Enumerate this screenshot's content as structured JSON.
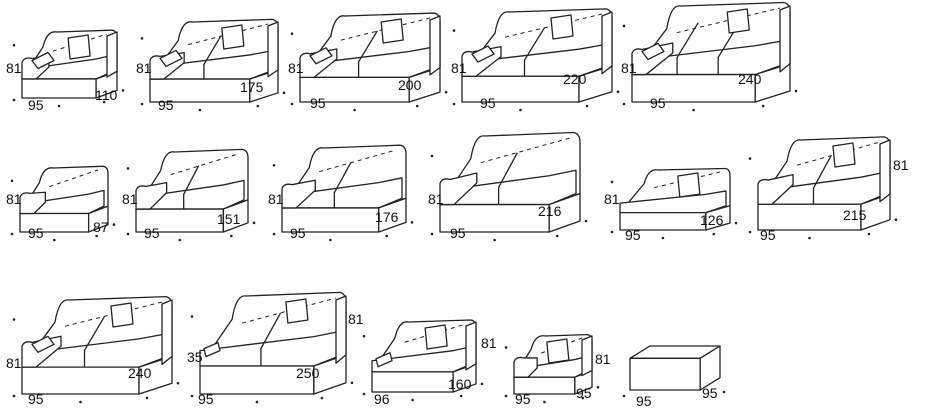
{
  "modules": [
    {
      "id": "m1",
      "height": "81",
      "depth": "95",
      "width": "110",
      "pillow": true,
      "cushions": 1,
      "armL": true,
      "armR": true
    },
    {
      "id": "m2",
      "height": "81",
      "depth": "95",
      "width": "175",
      "pillow": true,
      "cushions": 2,
      "armL": true,
      "armR": true
    },
    {
      "id": "m3",
      "height": "81",
      "depth": "95",
      "width": "200",
      "pillow": true,
      "cushions": 2,
      "armL": true,
      "armR": true
    },
    {
      "id": "m4",
      "height": "81",
      "depth": "95",
      "width": "220",
      "pillow": true,
      "cushions": 2,
      "armL": true,
      "armR": true
    },
    {
      "id": "m5",
      "height": "81",
      "depth": "95",
      "width": "240",
      "pillow": true,
      "cushions": 3,
      "armL": true,
      "armR": true
    },
    {
      "id": "m6",
      "height": "81",
      "depth": "95",
      "width": "87",
      "pillow": false,
      "cushions": 1,
      "armL": true,
      "armR": false
    },
    {
      "id": "m7",
      "height": "81",
      "depth": "95",
      "width": "151",
      "pillow": false,
      "cushions": 2,
      "armL": true,
      "armR": false
    },
    {
      "id": "m8",
      "height": "81",
      "depth": "95",
      "width": "176",
      "pillow": false,
      "cushions": 2,
      "armL": true,
      "armR": false
    },
    {
      "id": "m9",
      "height": "81",
      "depth": "95",
      "width": "216",
      "pillow": false,
      "cushions": 2,
      "armL": true,
      "armR": false
    },
    {
      "id": "m10",
      "height": "81",
      "depth": "95",
      "width": "126",
      "pillow": true,
      "cushions": 1,
      "armL": false,
      "armR": false
    },
    {
      "id": "m11",
      "height": "81",
      "depth": "95",
      "width": "215",
      "pillow": true,
      "cushions": 2,
      "armL": true,
      "armR": true
    },
    {
      "id": "m12",
      "height": "81",
      "depth": "95",
      "width": "240",
      "pillow": true,
      "cushions": 2,
      "armL": true,
      "armR": true
    },
    {
      "id": "m13",
      "height": "81",
      "depth": "95",
      "width": "250",
      "side": "35",
      "pillow": true,
      "cushions": 2,
      "armL": false,
      "armR": true
    },
    {
      "id": "m14",
      "height": "81",
      "depth": "96",
      "width": "160",
      "pillow": true,
      "cushions": 1,
      "armL": false,
      "armR": true
    },
    {
      "id": "m15",
      "height": "81",
      "depth": "95",
      "width": "95",
      "pillow": true,
      "cushions": 1,
      "armL": true,
      "armR": true
    },
    {
      "id": "m16",
      "depth": "95",
      "width": "95",
      "pillow": false,
      "cushions": 0,
      "armL": false,
      "armR": false
    }
  ]
}
